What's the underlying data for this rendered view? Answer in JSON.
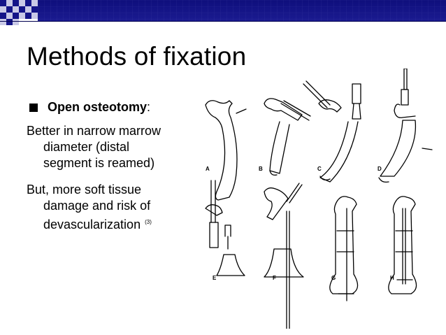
{
  "slide": {
    "title": "Methods of fixation",
    "bullet": {
      "label": "Open osteotomy",
      "suffix": ":"
    },
    "paragraphs": [
      {
        "first_line": "Better in narrow marrow",
        "lines": [
          "diameter (distal",
          "segment is reamed)"
        ]
      },
      {
        "first_line": "But, more soft tissue",
        "lines": [
          "damage and risk of",
          "devascularization"
        ],
        "citation": "(3)"
      }
    ]
  },
  "figure": {
    "panel_labels": [
      "A",
      "B",
      "C",
      "D",
      "E",
      "F",
      "G",
      "H"
    ]
  },
  "colors": {
    "band": "#121285",
    "checker_dark": "#141488",
    "checker_light": "#c9c9e6",
    "text": "#000000"
  }
}
